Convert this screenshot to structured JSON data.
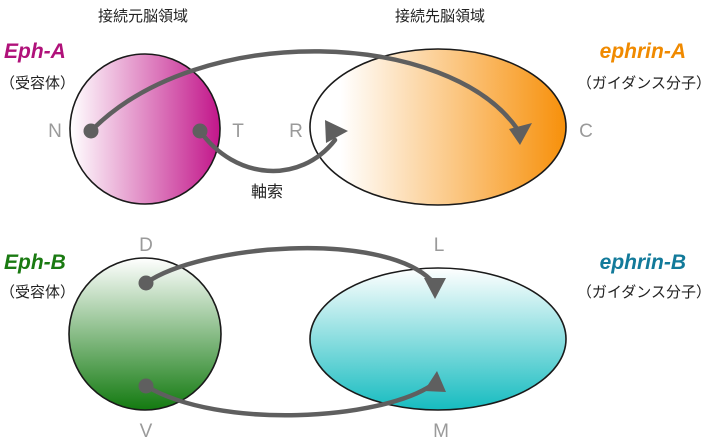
{
  "headers": {
    "source_region": "接続元脳領域",
    "target_region": "接続先脳領域"
  },
  "top": {
    "receptor": {
      "name": "Eph-A",
      "role": "（受容体）",
      "color": "#b0127a"
    },
    "ligand": {
      "name": "ephrin-A",
      "role": "（ガイダンス分子）",
      "color": "#f08a00"
    },
    "labels": {
      "n": "N",
      "t": "T",
      "r": "R",
      "c": "C"
    },
    "axon_label": "軸索"
  },
  "bottom": {
    "receptor": {
      "name": "Eph-B",
      "role": "（受容体）",
      "color": "#1a7a12"
    },
    "ligand": {
      "name": "ephrin-B",
      "role": "（ガイダンス分子）",
      "color": "#127a9a"
    },
    "labels": {
      "d": "D",
      "v": "V",
      "l": "L",
      "m": "M"
    }
  }
}
